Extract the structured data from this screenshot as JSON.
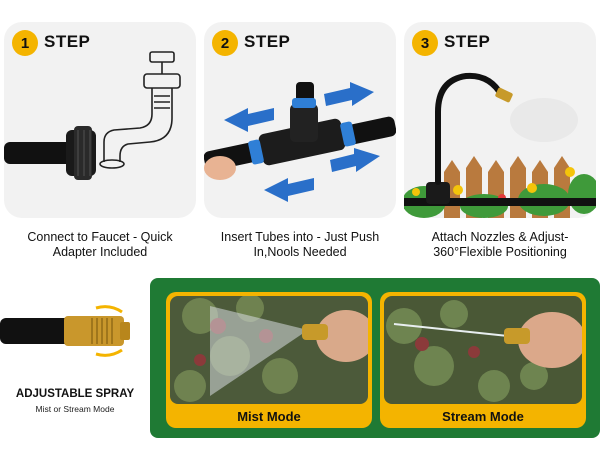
{
  "steps": [
    {
      "number": "1",
      "word": "STEP",
      "caption_line1": "Connect to Faucet - Quick",
      "caption_line2": "Adapter Included"
    },
    {
      "number": "2",
      "word": "STEP",
      "caption_line1": "Insert Tubes into - Just Push",
      "caption_line2": "In,Nools Needed"
    },
    {
      "number": "3",
      "word": "STEP",
      "caption_line1": "Attach Nozzles & Adjust-",
      "caption_line2": "360°Flexible Positioning"
    }
  ],
  "adjustable": {
    "title": "ADJUSTABLE SPRAY",
    "subtitle": "Mist or Stream Mode"
  },
  "modes": [
    {
      "label": "Mist Mode"
    },
    {
      "label": "Stream Mode"
    }
  ],
  "colors": {
    "accent": "#f4b400",
    "panel_green": "#1f7a34",
    "card_bg": "#f2f2f2"
  }
}
